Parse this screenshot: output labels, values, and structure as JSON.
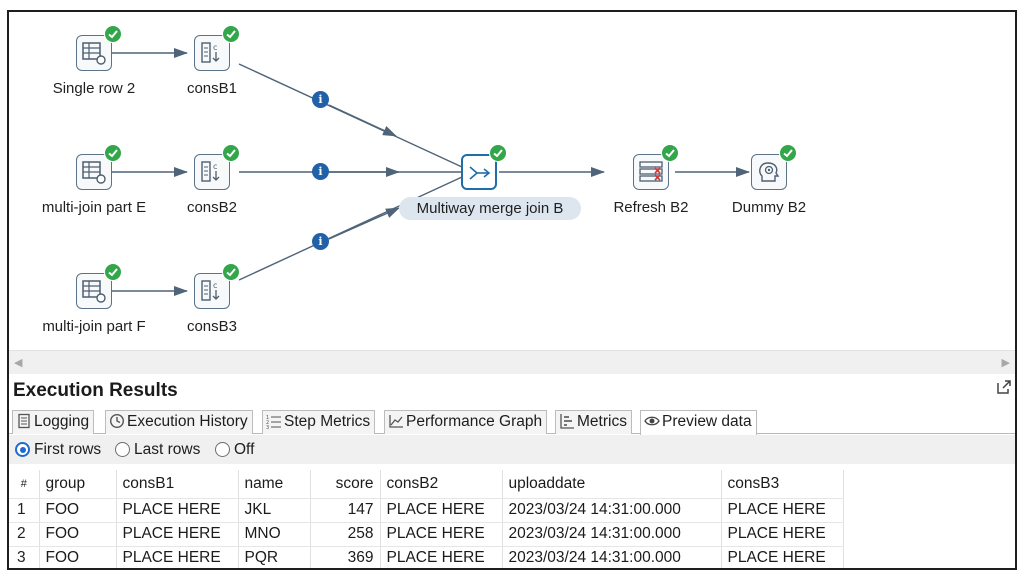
{
  "canvas": {
    "nodes": {
      "single_row_2": "Single row 2",
      "consB1": "consB1",
      "multi_join_E": "multi-join part E",
      "consB2": "consB2",
      "multi_join_F": "multi-join part F",
      "consB3": "consB3",
      "merge": "Multiway merge join B",
      "refresh": "Refresh B2",
      "dummy": "Dummy B2"
    },
    "info_glyph": "i",
    "status": "success-check"
  },
  "scroll": {
    "left_arrow": "◀",
    "right_arrow": "▶"
  },
  "results": {
    "title": "Execution Results",
    "tabs": [
      "Logging",
      "Execution History",
      "Step Metrics",
      "Performance Graph",
      "Metrics",
      "Preview data"
    ],
    "active_tab": "Preview data",
    "options": [
      "First rows",
      "Last rows",
      "Off"
    ],
    "selected_option": "First rows",
    "table": {
      "columns": [
        "#",
        "group",
        "consB1",
        "name",
        "score",
        "consB2",
        "uploaddate",
        "consB3"
      ],
      "rows": [
        [
          "1",
          "FOO",
          "PLACE HERE",
          "JKL",
          "147",
          "PLACE HERE",
          "2023/03/24 14:31:00.000",
          "PLACE HERE"
        ],
        [
          "2",
          "FOO",
          "PLACE HERE",
          "MNO",
          "258",
          "PLACE HERE",
          "2023/03/24 14:31:00.000",
          "PLACE HERE"
        ],
        [
          "3",
          "FOO",
          "PLACE HERE",
          "PQR",
          "369",
          "PLACE HERE",
          "2023/03/24 14:31:00.000",
          "PLACE HERE"
        ]
      ]
    }
  },
  "colors": {
    "hop": "#4f6478",
    "check": "#33a64a",
    "info": "#2161a8",
    "merge_border": "#1f6ea8",
    "radio_selected": "#1f6ad0"
  }
}
